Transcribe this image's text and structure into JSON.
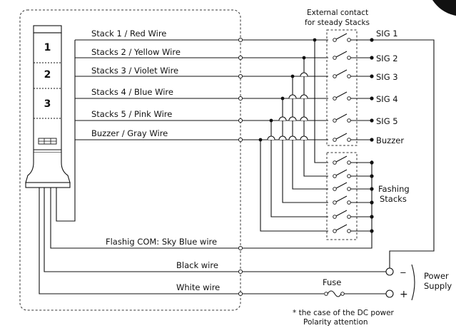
{
  "tower": {
    "tiers": [
      "1",
      "2",
      "3"
    ]
  },
  "wires": {
    "stack1": "Stack 1 / Red Wire",
    "stack2": "Stacks 2 / Yellow Wire",
    "stack3": "Stacks 3 / Violet Wire",
    "stack4": "Stacks 4 / Blue Wire",
    "stack5": "Stacks 5 / Pink Wire",
    "buzzer": "Buzzer / Gray Wire",
    "com": "Flashig COM: Sky Blue wire",
    "black": "Black wire",
    "white": "White wire"
  },
  "external": {
    "line1": "External contact",
    "line2": "for steady Stacks"
  },
  "signals": [
    "SIG 1",
    "SIG 2",
    "SIG 3",
    "SIG 4",
    "SIG 5",
    "Buzzer"
  ],
  "flashing": {
    "line1": "Fashing",
    "line2": "Stacks"
  },
  "power": {
    "minus": "−",
    "plus": "+",
    "line1": "Power",
    "line2": "Supply",
    "fuse": "Fuse"
  },
  "note": {
    "line1": "* the case of the DC power",
    "line2": "Polarity attention"
  }
}
